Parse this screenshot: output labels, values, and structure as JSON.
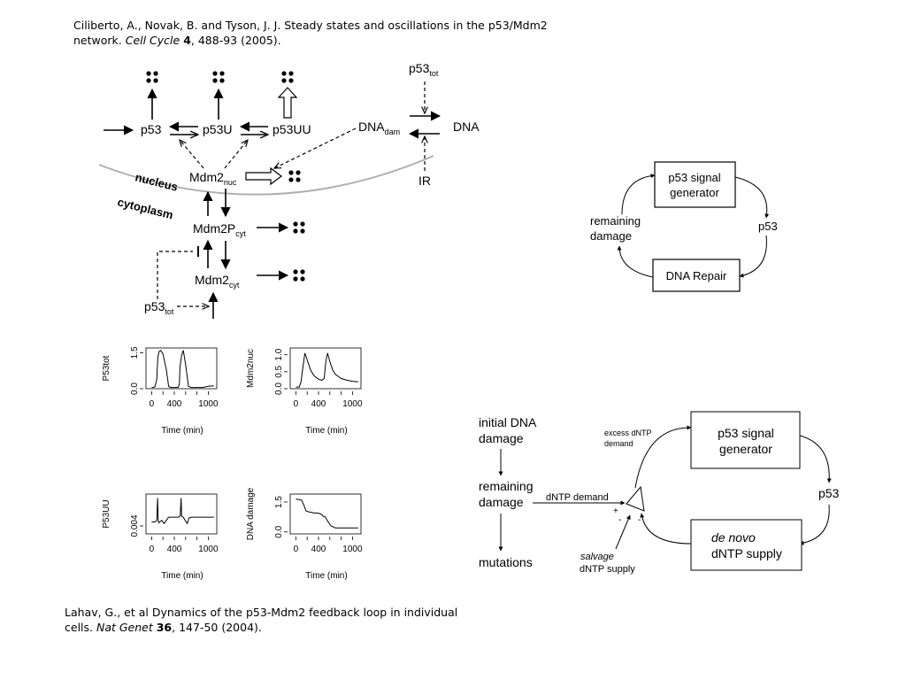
{
  "citation_top": {
    "authors": "Ciliberto, A., Novak, B. and Tyson, J. J. Steady states and oscillations in the p53/Mdm2 network. ",
    "journal": "Cell Cycle",
    "volume": "4",
    "rest": ", 488-93 (2005)."
  },
  "citation_bottom": {
    "authors": "Lahav, G., et al Dynamics of the p53-Mdm2 feedback loop in individual cells. ",
    "journal": "Nat Genet",
    "volume": "36",
    "rest": ", 147-50 (2004)."
  },
  "network": {
    "p53": "p53",
    "p53U": "p53U",
    "p53UU": "p53UU",
    "mdm2": "Mdm2",
    "nuc_sub": "nuc",
    "cyt_sub": "cyt",
    "mdm2p": "Mdm2P",
    "dna_dam": "DNA",
    "dam_sub": "dam",
    "dna": "DNA",
    "ir": "IR",
    "p53tot": "p53",
    "tot_sub": "tot",
    "nucleus": "nucleus",
    "cytoplasm": "cytoplasm"
  },
  "loop1": {
    "box_top": [
      "p53 signal",
      "generator"
    ],
    "right": "p53",
    "box_bottom": "DNA Repair",
    "left": [
      "remaining",
      "damage"
    ]
  },
  "loop2": {
    "initial": [
      "initial DNA",
      "damage"
    ],
    "remaining": [
      "remaining",
      "damage"
    ],
    "mutations": "mutations",
    "dntp_demand": "dNTP demand",
    "excess": [
      "excess dNTP",
      "demand"
    ],
    "salvage": "salvage",
    "salvage_supply": "dNTP supply",
    "box_top": [
      "p53 signal",
      "generator"
    ],
    "right": "p53",
    "box_bottom_ital": "de novo",
    "box_bottom": "dNTP supply",
    "plus": "+",
    "minus": "-"
  },
  "chart_data": [
    {
      "type": "line",
      "ylabel": "P53tot",
      "xlabel": "Time (min)",
      "xticks": [
        "0",
        "400",
        "1000"
      ],
      "yticks": [
        "0.0",
        "1.5"
      ],
      "xlim": [
        -100,
        1150
      ],
      "ylim": [
        0,
        1.7
      ],
      "x": [
        0,
        20,
        60,
        90,
        110,
        130,
        160,
        200,
        260,
        300,
        330,
        380,
        420,
        470,
        490,
        500,
        530,
        560,
        600,
        650,
        700,
        800,
        900,
        1000,
        1100
      ],
      "y": [
        0.05,
        0.05,
        0.08,
        0.4,
        1.3,
        1.55,
        1.6,
        1.45,
        0.8,
        0.1,
        0.05,
        0.05,
        0.05,
        0.06,
        0.2,
        0.9,
        1.4,
        1.6,
        1.0,
        0.1,
        0.05,
        0.05,
        0.05,
        0.1,
        0.12
      ]
    },
    {
      "type": "line",
      "ylabel": "Mdm2nuc",
      "xlabel": "Time (min)",
      "xticks": [
        "0",
        "400",
        "1000"
      ],
      "yticks": [
        "0.0",
        "0.5",
        "1.0"
      ],
      "xlim": [
        -100,
        1150
      ],
      "ylim": [
        0,
        1.2
      ],
      "x": [
        0,
        60,
        90,
        130,
        160,
        200,
        260,
        320,
        400,
        460,
        500,
        530,
        560,
        600,
        650,
        700,
        800,
        900,
        1000,
        1100
      ],
      "y": [
        0.05,
        0.05,
        0.2,
        0.7,
        1.05,
        0.85,
        0.55,
        0.38,
        0.28,
        0.25,
        0.3,
        0.8,
        1.05,
        0.8,
        0.55,
        0.42,
        0.3,
        0.25,
        0.22,
        0.2
      ]
    },
    {
      "type": "line",
      "ylabel": "P53UU",
      "xlabel": "Time (min)",
      "xticks": [
        "0",
        "400",
        "1000"
      ],
      "yticks": [
        "0.004"
      ],
      "xlim": [
        -100,
        1150
      ],
      "ylim": [
        0.003,
        0.008
      ],
      "x": [
        0,
        60,
        90,
        105,
        115,
        125,
        140,
        180,
        220,
        260,
        300,
        400,
        480,
        505,
        520,
        530,
        560,
        600,
        630,
        660,
        700,
        800,
        900,
        1000,
        1100
      ],
      "y": [
        0.0045,
        0.0045,
        0.0047,
        0.0075,
        0.0047,
        0.0044,
        0.0045,
        0.0047,
        0.0043,
        0.0047,
        0.0051,
        0.0051,
        0.0051,
        0.0053,
        0.0075,
        0.0052,
        0.0051,
        0.0046,
        0.0043,
        0.005,
        0.0051,
        0.0051,
        0.0051,
        0.0051,
        0.0051
      ]
    },
    {
      "type": "line",
      "ylabel": "DNA damage",
      "xlabel": "Time (min)",
      "xticks": [
        "0",
        "400",
        "1000"
      ],
      "yticks": [
        "0.0",
        "1.5"
      ],
      "xlim": [
        -100,
        1150
      ],
      "ylim": [
        -0.1,
        1.9
      ],
      "x": [
        0,
        60,
        100,
        140,
        180,
        240,
        320,
        380,
        440,
        480,
        520,
        560,
        620,
        700,
        800,
        900,
        1000,
        1100
      ],
      "y": [
        1.65,
        1.62,
        1.6,
        1.35,
        1.05,
        1.0,
        0.95,
        0.95,
        0.9,
        0.8,
        0.75,
        0.55,
        0.3,
        0.2,
        0.2,
        0.2,
        0.2,
        0.2
      ]
    }
  ],
  "colors": {
    "ink": "#000000",
    "nucleus_curve": "#b0b0b0"
  }
}
